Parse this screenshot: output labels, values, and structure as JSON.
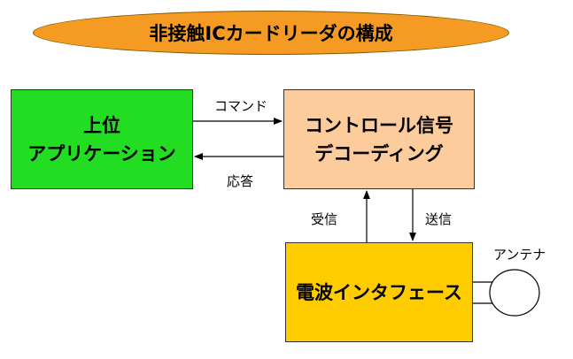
{
  "title": "非接触ICカードリーダの構成",
  "boxes": {
    "app_line1": "上位",
    "app_line2": "アプリケーション",
    "decode_line1": "コントロール信号",
    "decode_line2": "デコーディング",
    "rf": "電波インタフェース"
  },
  "labels": {
    "command": "コマンド",
    "response": "応答",
    "receive": "受信",
    "send": "送信",
    "antenna": "アンテナ"
  },
  "colors": {
    "title_fill": "#f59a22",
    "app_fill": "#22dd22",
    "decode_fill": "#fdcc9c",
    "rf_fill": "#ffcc00"
  }
}
